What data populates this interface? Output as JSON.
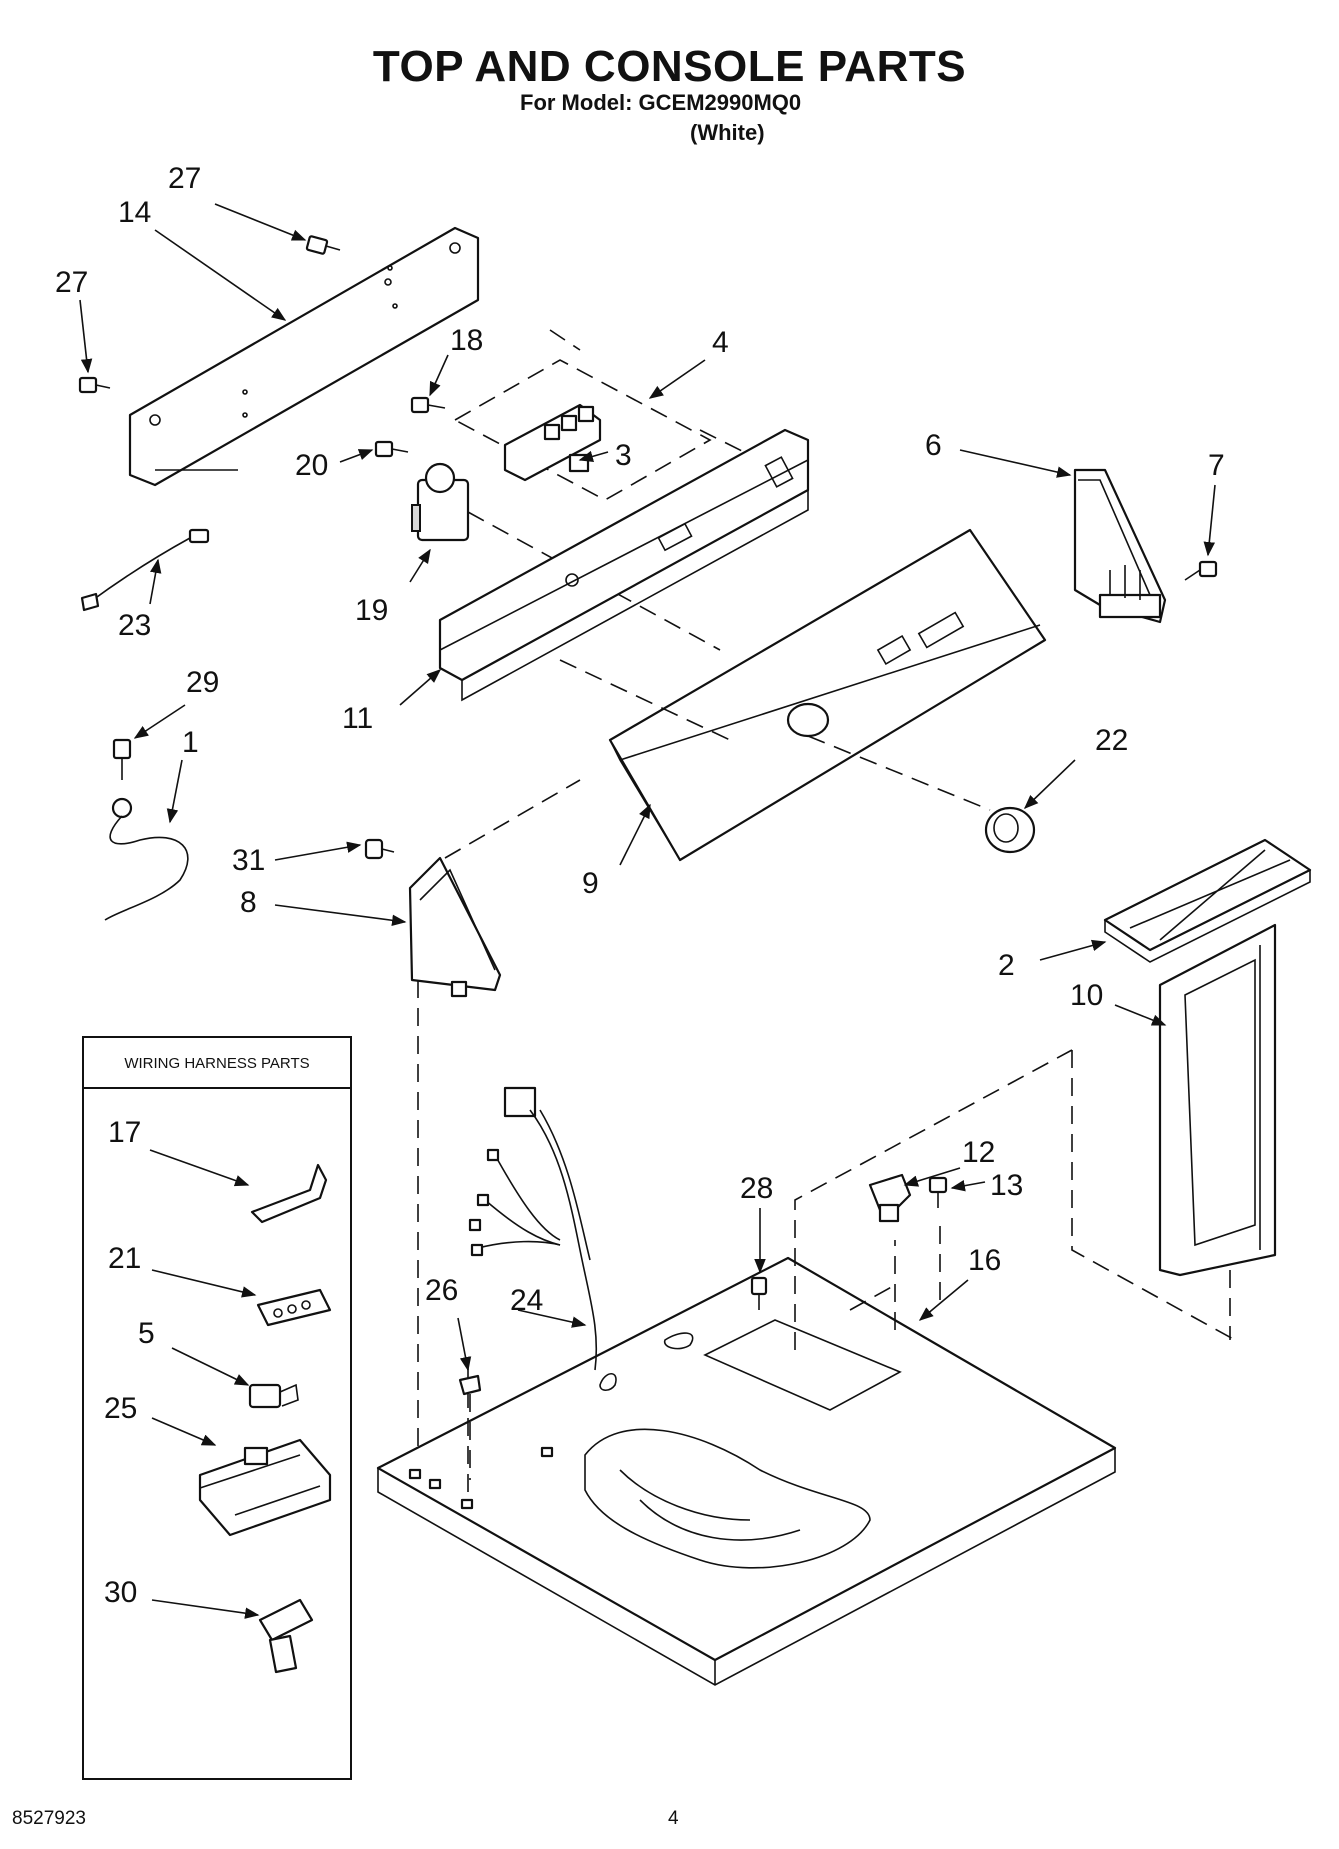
{
  "header": {
    "title": "TOP AND CONSOLE PARTS",
    "model_line": "For Model: GCEM2990MQ0",
    "color_note": "(White)"
  },
  "wiring_box": {
    "title": "WIRING HARNESS PARTS"
  },
  "callouts": {
    "c1": "1",
    "c2": "2",
    "c3": "3",
    "c4": "4",
    "c5": "5",
    "c6": "6",
    "c7": "7",
    "c8": "8",
    "c9": "9",
    "c10": "10",
    "c11": "11",
    "c12": "12",
    "c13": "13",
    "c14": "14",
    "c16": "16",
    "c17": "17",
    "c18": "18",
    "c19": "19",
    "c20": "20",
    "c21": "21",
    "c22": "22",
    "c23": "23",
    "c24": "24",
    "c25": "25",
    "c26": "26",
    "c27a": "27",
    "c27b": "27",
    "c28": "28",
    "c29": "29",
    "c30": "30",
    "c31": "31"
  },
  "footer": {
    "doc_number": "8527923",
    "page_number": "4"
  }
}
